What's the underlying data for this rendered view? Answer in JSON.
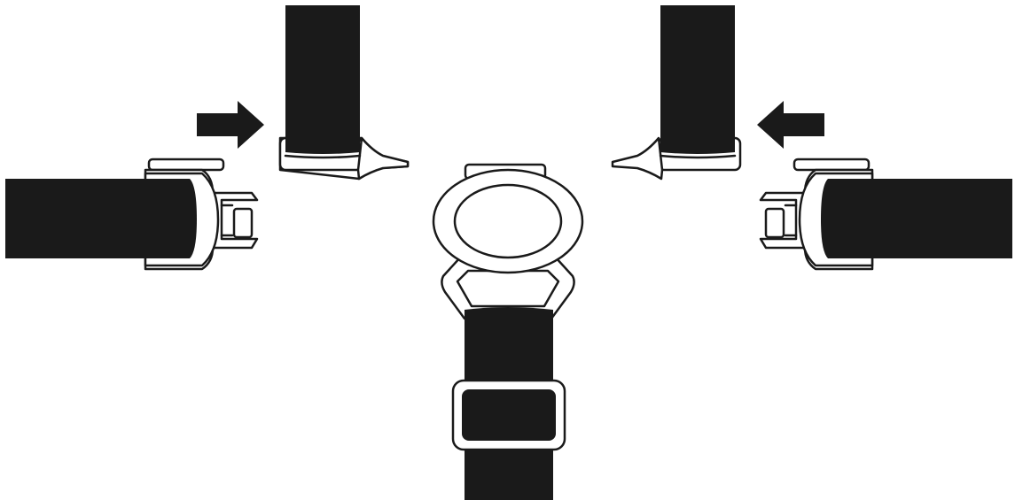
{
  "diagram": {
    "description_visible_text": "",
    "colors": {
      "strap": "#1a1a1a",
      "outline": "#1a1a1a",
      "fill": "#ffffff"
    },
    "parts": [
      {
        "name": "left-shoulder-strap",
        "icon": "strap"
      },
      {
        "name": "left-shoulder-tongue",
        "icon": "buckle-tongue"
      },
      {
        "name": "right-shoulder-strap",
        "icon": "strap"
      },
      {
        "name": "right-shoulder-tongue",
        "icon": "buckle-tongue"
      },
      {
        "name": "left-waist-strap",
        "icon": "strap"
      },
      {
        "name": "left-buckle-clip",
        "icon": "buckle-clip"
      },
      {
        "name": "right-waist-strap",
        "icon": "strap"
      },
      {
        "name": "right-buckle-clip",
        "icon": "buckle-clip"
      },
      {
        "name": "center-buckle",
        "icon": "buckle-housing"
      },
      {
        "name": "crotch-strap",
        "icon": "strap"
      },
      {
        "name": "strap-adjuster",
        "icon": "slide-adjuster"
      },
      {
        "name": "arrow-right",
        "icon": "arrow-right-icon"
      },
      {
        "name": "arrow-left",
        "icon": "arrow-left-icon"
      }
    ]
  }
}
